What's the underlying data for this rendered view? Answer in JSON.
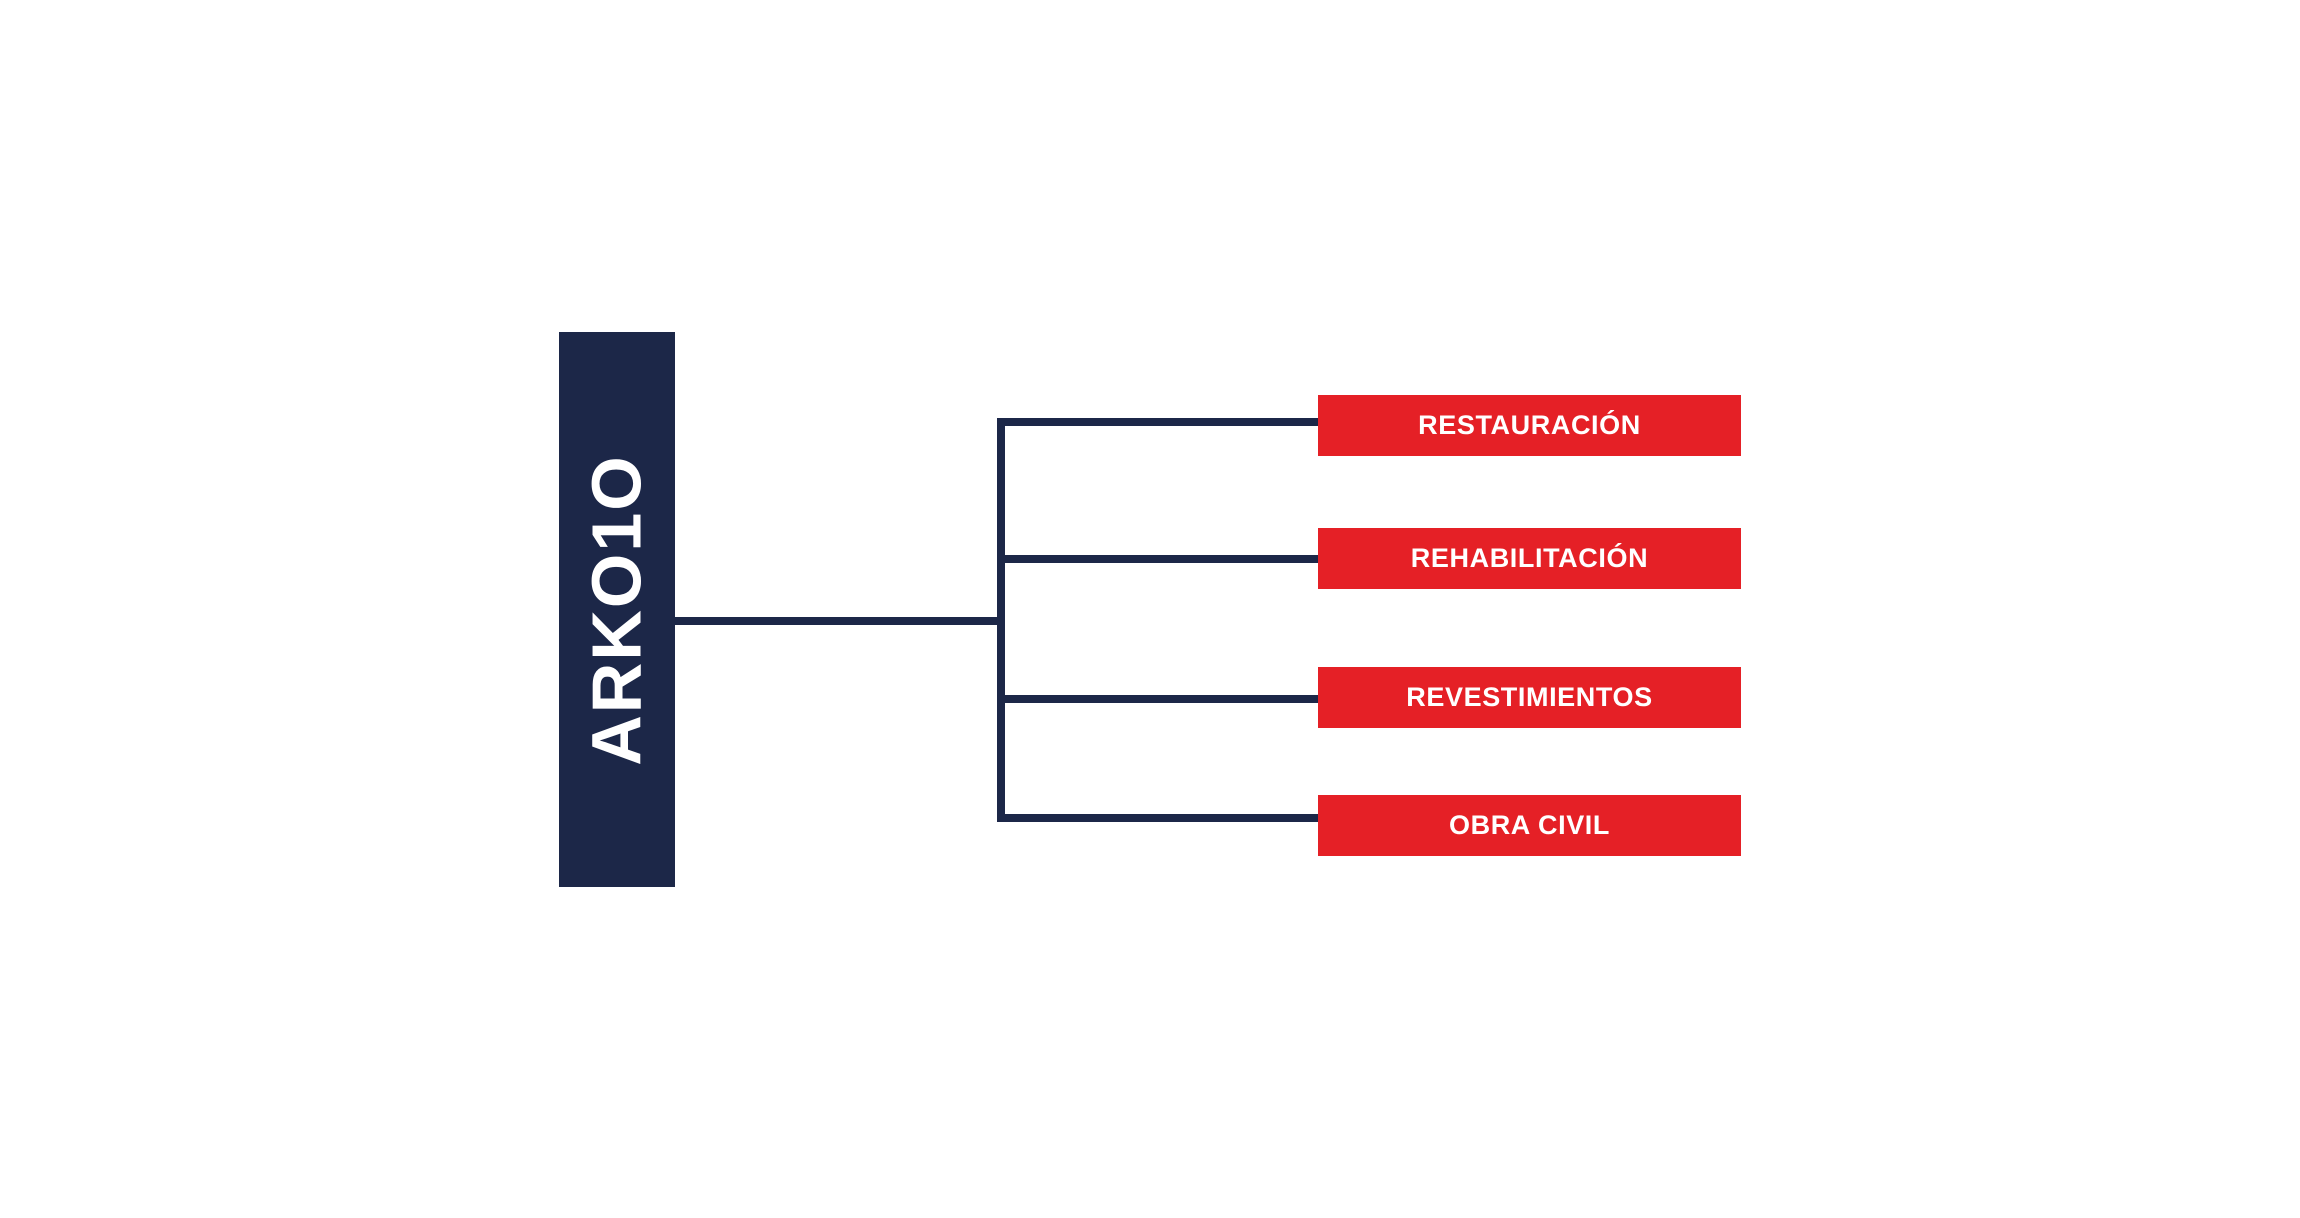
{
  "diagram": {
    "type": "organizational-tree",
    "orientation": "horizontal-left-to-right",
    "title": "ARKO1O service areas",
    "colors": {
      "brand_navy": "#1c2748",
      "accent_red": "#e52026",
      "text_on_color": "#ffffff",
      "background": "#ffffff"
    }
  },
  "root": {
    "label": "ARKO1O",
    "orientation": "vertical-bottom-to-top",
    "shape": "rectangle-bar",
    "fill": "#1c2748"
  },
  "connectors": {
    "style": "square-bracket",
    "color": "#1c2748",
    "stroke_width": 8,
    "branch_count": 4
  },
  "services": [
    {
      "label": "RESTAURACIÓN",
      "fill": "#e52026",
      "index": 1
    },
    {
      "label": "REHABILITACIÓN",
      "fill": "#e52026",
      "index": 2
    },
    {
      "label": "REVESTIMIENTOS",
      "fill": "#e52026",
      "index": 3
    },
    {
      "label": "OBRA CIVIL",
      "fill": "#e52026",
      "index": 4
    }
  ]
}
